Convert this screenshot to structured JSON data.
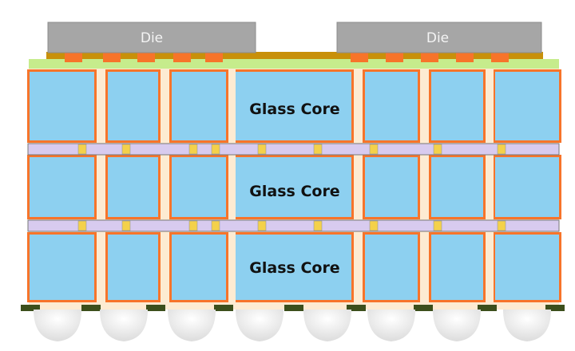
{
  "dies": [
    {
      "label": "Die"
    },
    {
      "label": "Die"
    }
  ],
  "cores": [
    {
      "label": "Glass Core"
    },
    {
      "label": "Glass Core"
    },
    {
      "label": "Glass Core"
    }
  ],
  "colors": {
    "die": "#a6a6a6",
    "underfill": "#c8900a",
    "solder_mask": "#c6ec8c",
    "glass": "#8dd0f0",
    "copper": "#f7742a",
    "dielectric": "#fdebd2",
    "interposer": "#d8cbef",
    "via": "#f4d14a",
    "pad": "#3c4f1c",
    "ball": "#f0f0f0"
  }
}
